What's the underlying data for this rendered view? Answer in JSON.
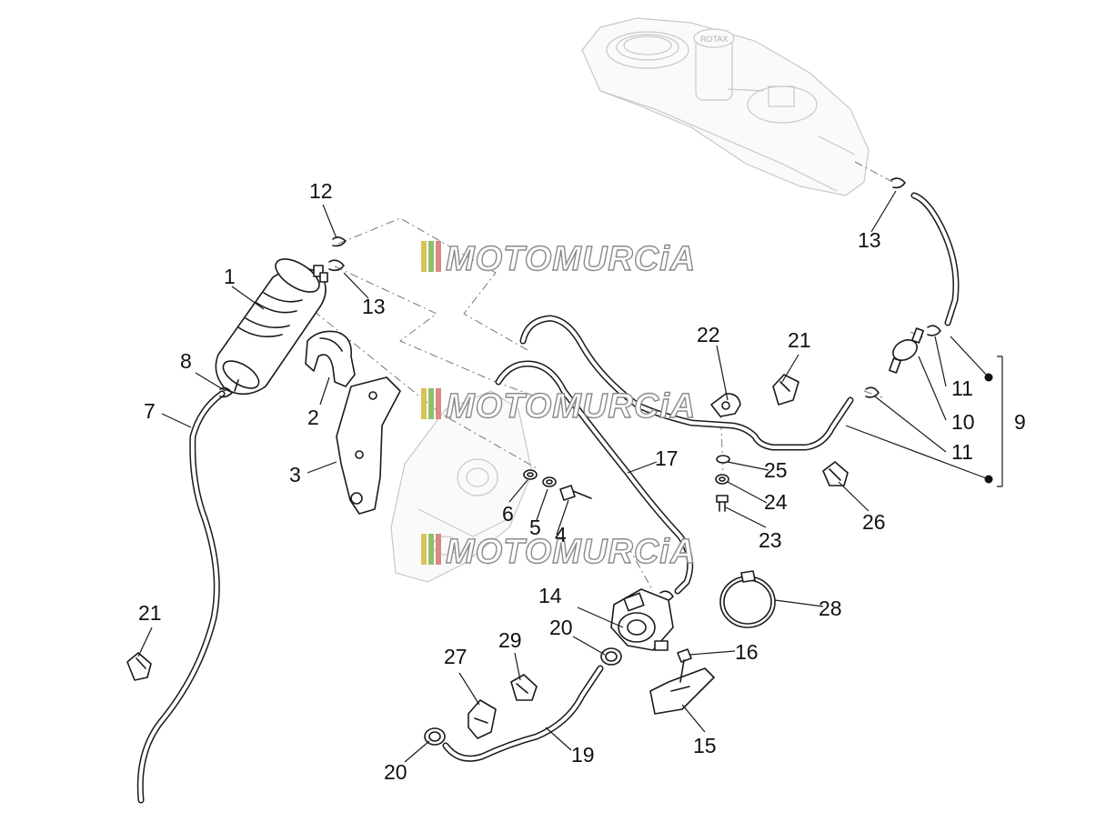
{
  "watermark": {
    "text": "MOTOMURCiA",
    "stripe_colors": [
      "#d9c25a",
      "#8fbf6a",
      "#d98a86"
    ]
  },
  "callouts": [
    {
      "id": "c1",
      "label": "1"
    },
    {
      "id": "c2",
      "label": "2"
    },
    {
      "id": "c3",
      "label": "3"
    },
    {
      "id": "c4",
      "label": "4"
    },
    {
      "id": "c5",
      "label": "5"
    },
    {
      "id": "c6",
      "label": "6"
    },
    {
      "id": "c7",
      "label": "7"
    },
    {
      "id": "c8",
      "label": "8"
    },
    {
      "id": "c9",
      "label": "9"
    },
    {
      "id": "c10",
      "label": "10"
    },
    {
      "id": "c11a",
      "label": "11"
    },
    {
      "id": "c11b",
      "label": "11"
    },
    {
      "id": "c12",
      "label": "12"
    },
    {
      "id": "c13a",
      "label": "13"
    },
    {
      "id": "c13b",
      "label": "13"
    },
    {
      "id": "c14",
      "label": "14"
    },
    {
      "id": "c15",
      "label": "15"
    },
    {
      "id": "c16",
      "label": "16"
    },
    {
      "id": "c17",
      "label": "17"
    },
    {
      "id": "c19",
      "label": "19"
    },
    {
      "id": "c20a",
      "label": "20"
    },
    {
      "id": "c20b",
      "label": "20"
    },
    {
      "id": "c21a",
      "label": "21"
    },
    {
      "id": "c21b",
      "label": "21"
    },
    {
      "id": "c22",
      "label": "22"
    },
    {
      "id": "c23",
      "label": "23"
    },
    {
      "id": "c24",
      "label": "24"
    },
    {
      "id": "c25",
      "label": "25"
    },
    {
      "id": "c26",
      "label": "26"
    },
    {
      "id": "c27",
      "label": "27"
    },
    {
      "id": "c28",
      "label": "28"
    },
    {
      "id": "c29",
      "label": "29"
    }
  ],
  "tank_label": "ROTAX"
}
